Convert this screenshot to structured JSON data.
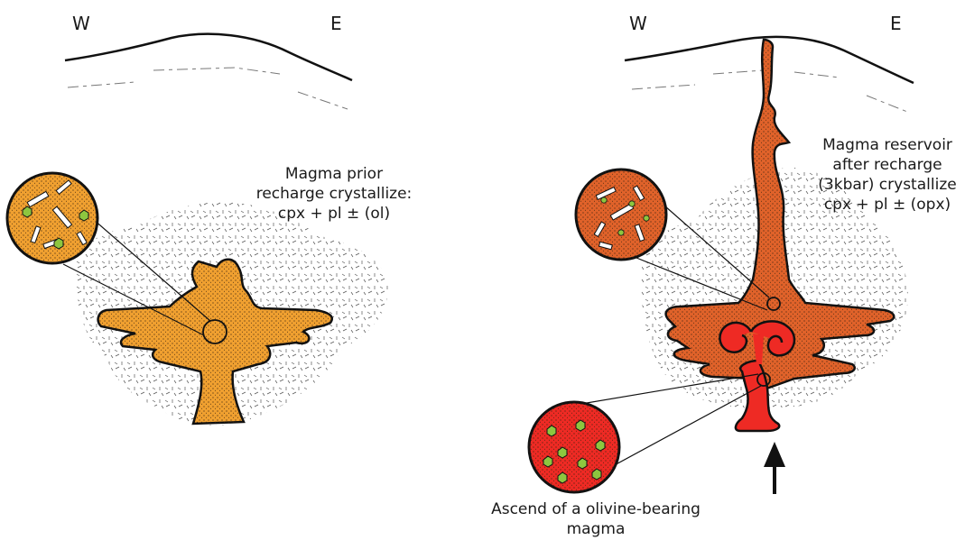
{
  "panel_left": {
    "west_label": "W",
    "east_label": "E",
    "annotation_lines": [
      "Magma prior",
      "recharge crystallize:",
      "cpx + pl ± (ol)"
    ],
    "colors": {
      "magma": "#f0a030",
      "crystal_zoom": "#f0a030",
      "olivine": "#8dc63f"
    }
  },
  "panel_right": {
    "west_label": "W",
    "east_label": "E",
    "annotation_lines": [
      "Magma reservoir",
      "after recharge",
      "(3kbar) crystallize",
      "cpx + pl ± (opx)"
    ],
    "bottom_caption_lines": [
      "Ascend of a olivine-bearing",
      "magma"
    ],
    "colors": {
      "magma": "#e0622a",
      "recharge_magma": "#ee2a24",
      "olivine": "#8dc63f"
    }
  }
}
